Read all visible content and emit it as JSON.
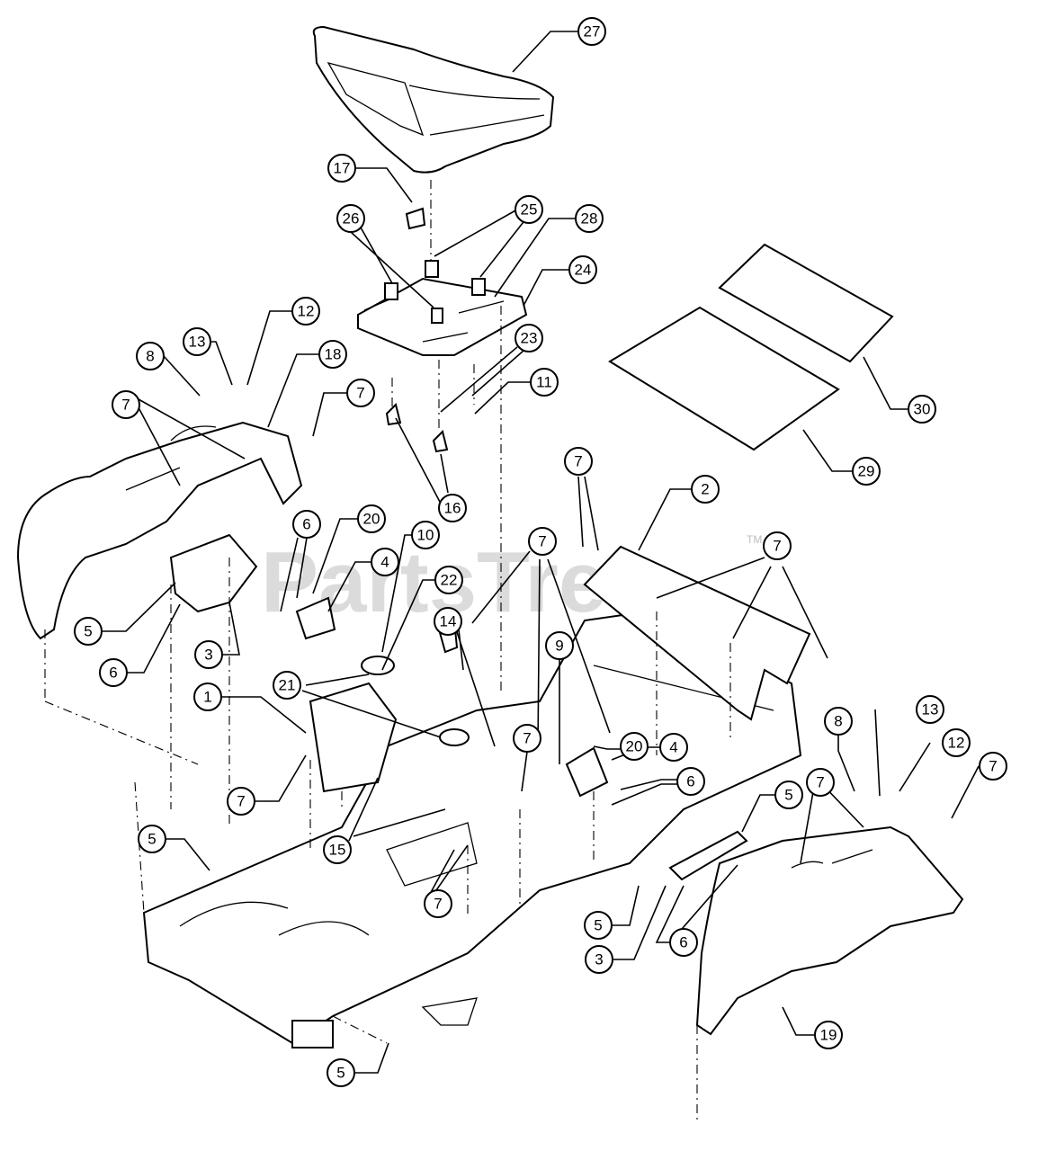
{
  "watermark": {
    "text": "PartsTree",
    "trademark": "TM"
  },
  "colors": {
    "line": "#000000",
    "background": "#ffffff",
    "watermark": "#cfcfcf"
  },
  "callouts": [
    {
      "id": "c27",
      "label": "27"
    },
    {
      "id": "c17",
      "label": "17"
    },
    {
      "id": "c26",
      "label": "26"
    },
    {
      "id": "c25",
      "label": "25"
    },
    {
      "id": "c28",
      "label": "28"
    },
    {
      "id": "c24",
      "label": "24"
    },
    {
      "id": "c23",
      "label": "23"
    },
    {
      "id": "c11",
      "label": "11"
    },
    {
      "id": "c16",
      "label": "16"
    },
    {
      "id": "c30",
      "label": "30"
    },
    {
      "id": "c29",
      "label": "29"
    },
    {
      "id": "c12a",
      "label": "12"
    },
    {
      "id": "c13a",
      "label": "13"
    },
    {
      "id": "c8a",
      "label": "8"
    },
    {
      "id": "c18",
      "label": "18"
    },
    {
      "id": "c7a",
      "label": "7"
    },
    {
      "id": "c7b",
      "label": "7"
    },
    {
      "id": "c6a",
      "label": "6"
    },
    {
      "id": "c20a",
      "label": "20"
    },
    {
      "id": "c4a",
      "label": "4"
    },
    {
      "id": "c10",
      "label": "10"
    },
    {
      "id": "c22",
      "label": "22"
    },
    {
      "id": "c5a",
      "label": "5"
    },
    {
      "id": "c6b",
      "label": "6"
    },
    {
      "id": "c3a",
      "label": "3"
    },
    {
      "id": "c7c",
      "label": "7"
    },
    {
      "id": "c2",
      "label": "2"
    },
    {
      "id": "c7d",
      "label": "7"
    },
    {
      "id": "c7e",
      "label": "7"
    },
    {
      "id": "c14",
      "label": "14"
    },
    {
      "id": "c9",
      "label": "9"
    },
    {
      "id": "c21",
      "label": "21"
    },
    {
      "id": "c1",
      "label": "1"
    },
    {
      "id": "c20b",
      "label": "20"
    },
    {
      "id": "c4b",
      "label": "4"
    },
    {
      "id": "c7f",
      "label": "7"
    },
    {
      "id": "c6c",
      "label": "6"
    },
    {
      "id": "c7g",
      "label": "7"
    },
    {
      "id": "c15",
      "label": "15"
    },
    {
      "id": "c5b",
      "label": "5"
    },
    {
      "id": "c7h",
      "label": "7"
    },
    {
      "id": "c5c",
      "label": "5"
    },
    {
      "id": "c8b",
      "label": "8"
    },
    {
      "id": "c13b",
      "label": "13"
    },
    {
      "id": "c12b",
      "label": "12"
    },
    {
      "id": "c7i",
      "label": "7"
    },
    {
      "id": "c7j",
      "label": "7"
    },
    {
      "id": "c5d",
      "label": "5"
    },
    {
      "id": "c3b",
      "label": "3"
    },
    {
      "id": "c6d",
      "label": "6"
    },
    {
      "id": "c19",
      "label": "19"
    },
    {
      "id": "c5e",
      "label": "5"
    }
  ]
}
